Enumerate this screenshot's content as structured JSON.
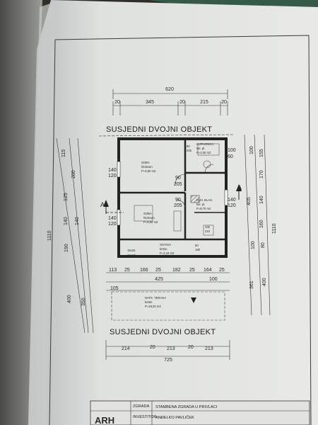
{
  "plan": {
    "neighbor_top": "SUSJEDNI DVOJNI OBJEKT",
    "neighbor_bottom": "SUSJEDNI DVOJNI OBJEKT",
    "dims_top": {
      "total": "620",
      "parts": [
        "20",
        "345",
        "20",
        "215",
        "20"
      ]
    },
    "dims_bottom": {
      "total": "725",
      "parts": [
        "214",
        "20",
        "213",
        "20",
        "213"
      ]
    },
    "dims_mid": [
      "113",
      "25",
      "166",
      "25",
      "182",
      "25",
      "164",
      "25"
    ],
    "dims_mid2": [
      "425",
      "100",
      "105"
    ],
    "left_dims": [
      "1110",
      "115",
      "280",
      "125",
      "140",
      "140",
      "190",
      "400",
      "350"
    ],
    "right_dims": [
      "1110",
      "100",
      "155",
      "170",
      "140",
      "405",
      "160",
      "100",
      "80",
      "361",
      "400"
    ],
    "rooms": [
      {
        "name": "SOBA",
        "floor": "linoleum",
        "area": "P=9,60 m2"
      },
      {
        "name": "KUPAONICA",
        "floor": "ker. pl.",
        "area": "P=3,30 m2"
      },
      {
        "name": "SOBA",
        "floor": "linoleum",
        "area": "P=9,60 m2"
      },
      {
        "name": "KUH. BLAG.",
        "floor": "ker. pl.",
        "area": "P=8,70 m2"
      },
      {
        "name": "OSTAVA",
        "floor": "beton",
        "area": "P=2,10 m2"
      },
      {
        "name": "NATK. TERASA",
        "floor": "beton",
        "area": "P=18,20 m2"
      }
    ],
    "openings": [
      "140",
      "120",
      "90",
      "205",
      "80",
      "205",
      "100",
      "60",
      "90",
      "205",
      "140",
      "120",
      "140",
      "120",
      "15x25",
      "15x17",
      "80",
      "190",
      "100",
      "210"
    ],
    "section_marker": "A"
  },
  "title_block": {
    "row1_label": "ZGRADA",
    "row1_value": "STAMBENA ZGRADA U PRIVLACI",
    "row2_label": "INVESTITOR",
    "row2_value": "ANĐELKO PAVLIČEK"
  }
}
